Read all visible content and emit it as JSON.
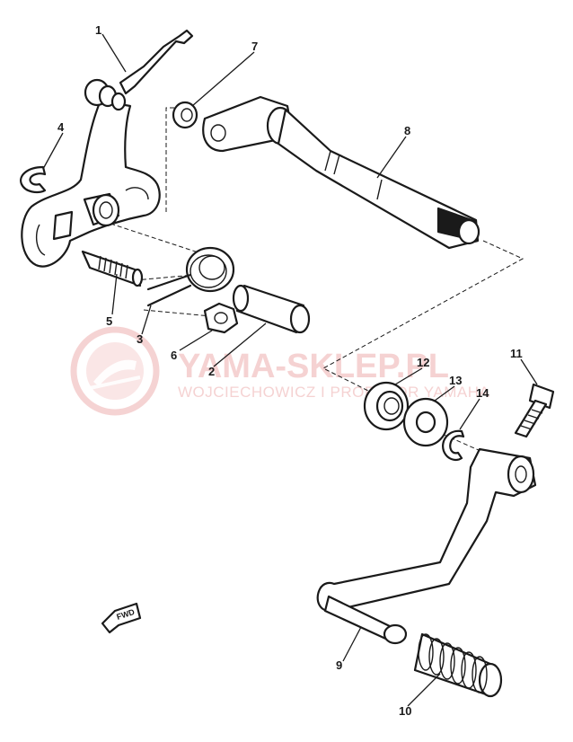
{
  "callouts": {
    "c1": "1",
    "c2": "2",
    "c3": "3",
    "c4": "4",
    "c5": "5",
    "c6": "6",
    "c7": "7",
    "c8": "8",
    "c9": "9",
    "c10": "10",
    "c11": "11",
    "c12": "12",
    "c13": "13",
    "c14": "14"
  },
  "watermark": {
    "brand": "YAMA-SKLEP.PL",
    "tagline": "WOJCIECHOWICZ I PROFESOR YAMAHA"
  },
  "direction_marker": {
    "label": "FWD"
  },
  "colors": {
    "line": "#1a1a1a",
    "watermark": "#f2c4c4",
    "background": "#ffffff"
  }
}
